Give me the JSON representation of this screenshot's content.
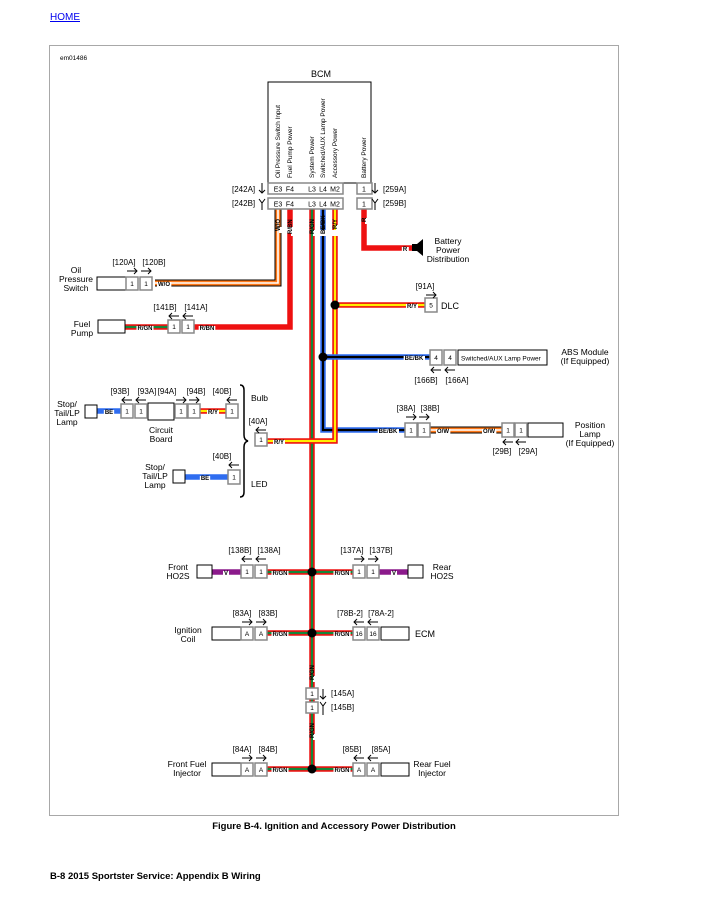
{
  "nav": {
    "home": "HOME"
  },
  "figure": {
    "id": "em01486",
    "caption": "Figure B-4. Ignition and Accessory Power Distribution",
    "footer": "B-8  2015 Sportster Service:  Appendix B Wiring"
  },
  "bcm": {
    "title": "BCM",
    "functions": [
      "Oil Pressure Switch Input",
      "Fuel Pump Power",
      "System Power",
      "Switched/AUX Lamp Power",
      "Accessory Power",
      "Battery Power"
    ],
    "pins": [
      "E3",
      "F4",
      "L3",
      "L4",
      "M2",
      "1"
    ],
    "conn_left": [
      "[242A]",
      "[242B]"
    ],
    "conn_right": [
      "[259A]",
      "[259B]"
    ]
  },
  "wire_colors": {
    "R": "#ee1111",
    "GN": "#13873a",
    "Y": "#ffee00",
    "BE": "#2f6df0",
    "BK": "#000000",
    "O": "#ff7a1a",
    "W": "#ffffff",
    "V": "#8b1a8b",
    "BN": "#8b4513"
  },
  "wires": {
    "bcm_wo": "W/O",
    "bcm_rbn": "R/BN",
    "bcm_rgn": "R/GN",
    "bcm_bebk": "BE/BK",
    "bcm_ry": "R/Y",
    "bcm_r": "R",
    "oil_wo": "W/O",
    "pump_rgn": "R/GN",
    "pump_rbn": "R/BN",
    "lamp_be": "BE",
    "bulb_ry": "R/Y",
    "ry_40a": "R/Y",
    "led_be": "BE",
    "dlc_ry": "R/Y",
    "abs_bebk": "BE/BK",
    "pos_bebk": "BE/BK",
    "pos_ow1": "O/W",
    "pos_ow2": "O/W",
    "batt_r": "R",
    "fho2s_v": "V",
    "fho2s_rgn": "R/GN",
    "rho2s_rgn": "R/GN",
    "rho2s_v": "V",
    "coil_rgn": "R/GN",
    "ecm_rgn": "R/GN",
    "trunk_rgn1": "R/GN",
    "trunk_rgn2": "R/GN",
    "finj_rgn": "R/GN",
    "rinj_rgn": "R/GN"
  },
  "components": {
    "oil_switch": [
      "Oil",
      "Pressure",
      "Switch"
    ],
    "fuel_pump": [
      "Fuel",
      "Pump"
    ],
    "battery": [
      "Battery",
      "Power",
      "Distribution"
    ],
    "dlc": "DLC",
    "abs": [
      "ABS Module",
      "(If Equipped)"
    ],
    "abs_pin_label": "Switched/AUX Lamp Power",
    "stop_lamp_bulb": [
      "Stop/",
      "Tail/LP",
      "Lamp"
    ],
    "circuit_board": [
      "Circuit",
      "Board"
    ],
    "bulb": "Bulb",
    "led": "LED",
    "stop_lamp_led": [
      "Stop/",
      "Tail/LP",
      "Lamp"
    ],
    "position_lamp": [
      "Position",
      "Lamp",
      "(If Equipped)"
    ],
    "front_ho2s": [
      "Front",
      "HO2S"
    ],
    "rear_ho2s": [
      "Rear",
      "HO2S"
    ],
    "ignition_coil": [
      "Ignition",
      "Coil"
    ],
    "ecm": "ECM",
    "front_injector": [
      "Front Fuel",
      "Injector"
    ],
    "rear_injector": [
      "Rear Fuel",
      "Injector"
    ]
  },
  "connectors": {
    "120A": {
      "tag": "[120A]",
      "pin": "1"
    },
    "120B": {
      "tag": "[120B]",
      "pin": "1"
    },
    "141B": {
      "tag": "[141B]",
      "pin": "1"
    },
    "141A": {
      "tag": "[141A]",
      "pin": "1"
    },
    "93B": {
      "tag": "[93B]",
      "pin": "1"
    },
    "93A": {
      "tag": "[93A]",
      "pin": "1"
    },
    "94A": {
      "tag": "[94A]",
      "pin": "1"
    },
    "94B": {
      "tag": "[94B]",
      "pin": "1"
    },
    "40B_bulb": {
      "tag": "[40B]",
      "pin": "1"
    },
    "40A": {
      "tag": "[40A]",
      "pin": "1"
    },
    "40B_led": {
      "tag": "[40B]",
      "pin": "1"
    },
    "91A": {
      "tag": "[91A]",
      "pin": "5"
    },
    "166B": {
      "tag": "[166B]",
      "pin": "4"
    },
    "166A": {
      "tag": "[166A]",
      "pin": "4"
    },
    "38A": {
      "tag": "[38A]",
      "pin": "1"
    },
    "38B": {
      "tag": "[38B]",
      "pin": "1"
    },
    "29B": {
      "tag": "[29B]",
      "pin": "1"
    },
    "29A": {
      "tag": "[29A]",
      "pin": "1"
    },
    "138B": {
      "tag": "[138B]",
      "pin": "1"
    },
    "138A": {
      "tag": "[138A]",
      "pin": "1"
    },
    "137A": {
      "tag": "[137A]",
      "pin": "1"
    },
    "137B": {
      "tag": "[137B]",
      "pin": "1"
    },
    "83A": {
      "tag": "[83A]",
      "pin": "A"
    },
    "83B": {
      "tag": "[83B]",
      "pin": "A"
    },
    "78B-2": {
      "tag": "[78B-2]",
      "pin": "16"
    },
    "78A-2": {
      "tag": "[78A-2]",
      "pin": "16"
    },
    "145A": {
      "tag": "[145A]",
      "pin": "1"
    },
    "145B": {
      "tag": "[145B]",
      "pin": "1"
    },
    "84A": {
      "tag": "[84A]",
      "pin": "A"
    },
    "84B": {
      "tag": "[84B]",
      "pin": "A"
    },
    "85B": {
      "tag": "[85B]",
      "pin": "A"
    },
    "85A": {
      "tag": "[85A]",
      "pin": "A"
    }
  }
}
